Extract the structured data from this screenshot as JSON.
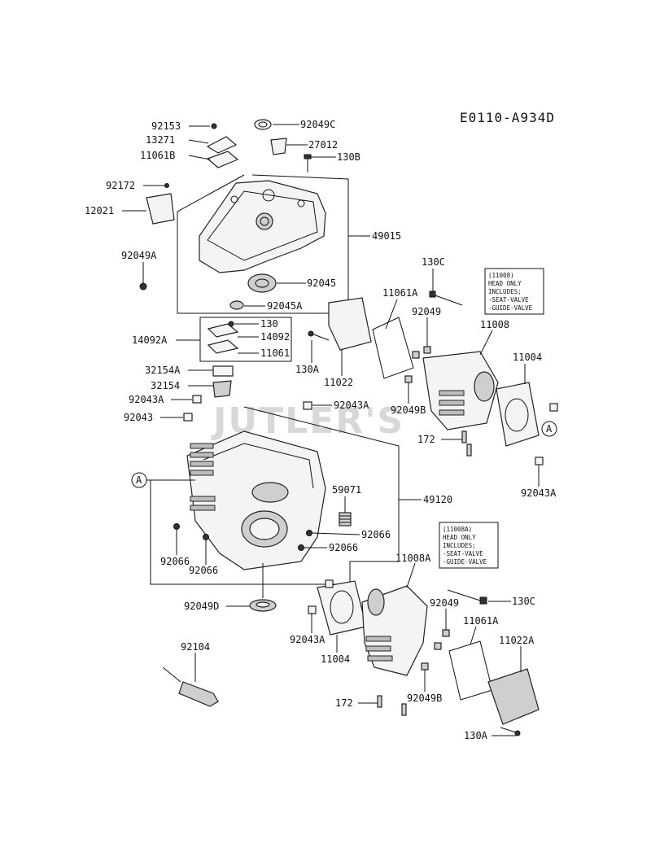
{
  "diagram_ref": "E0110-A934D",
  "watermark": "JUTLER'S",
  "callout_marker": "A",
  "parts": {
    "p92153": "92153",
    "p13271": "13271",
    "p11061B": "11061B",
    "p92172": "92172",
    "p12021": "12021",
    "p92049A": "92049A",
    "p92049C": "92049C",
    "p27012": "27012",
    "p130B": "130B",
    "p49015": "49015",
    "p92045": "92045",
    "p92045A": "92045A",
    "p14092A": "14092A",
    "p130": "130",
    "p14092": "14092",
    "p11061": "11061",
    "p32154A": "32154A",
    "p32154": "32154",
    "p92043A_l": "92043A",
    "p92043": "92043",
    "p92043A_c": "92043A",
    "p59071": "59071",
    "p49120": "49120",
    "p92066_r1": "92066",
    "p92066_r2": "92066",
    "p92066_l1": "92066",
    "p92066_l2": "92066",
    "p92049D": "92049D",
    "p92104": "92104",
    "p130C_top": "130C",
    "p11061A_top": "11061A",
    "p92049_top": "92049",
    "p11008": "11008",
    "p11004_top": "11004",
    "p130A_top": "130A",
    "p11022": "11022",
    "p92049B_top": "92049B",
    "p172_top": "172",
    "p92043A_r": "92043A",
    "p11008A": "11008A",
    "p130C_bot": "130C",
    "p92049_bot": "92049",
    "p11061A_bot": "11061A",
    "p11022A": "11022A",
    "p92043A_b": "92043A",
    "p11004_bot": "11004",
    "p172_bot": "172",
    "p92049B_bot": "92049B",
    "p130A_bot": "130A"
  },
  "notes": {
    "top": [
      "(11008)",
      "HEAD ONLY",
      "INCLUDES;",
      "-SEAT-VALVE",
      "-GUIDE-VALVE"
    ],
    "bottom": [
      "(11008A)",
      "HEAD ONLY",
      "INCLUDES;",
      "-SEAT-VALVE",
      "-GUIDE-VALVE"
    ]
  }
}
